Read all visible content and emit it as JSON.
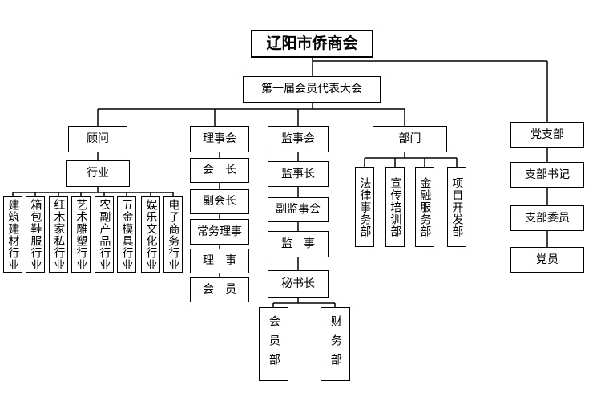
{
  "root": "辽阳市侨商会",
  "congress": "第一届会员代表大会",
  "guwen": {
    "label": "顾问",
    "sub": "行业",
    "industries": [
      "建筑建材行业",
      "箱包鞋服行业",
      "红木家私行业",
      "艺术雕塑行业",
      "农副产品行业",
      "五金模具行业",
      "娱乐文化行业",
      "电子商务行业"
    ]
  },
  "lishihui": {
    "label": "理事会",
    "items": [
      "会　长",
      "副会长",
      "常务理事",
      "理　事",
      "会　员"
    ]
  },
  "jianshihui": {
    "label": "监事会",
    "items": [
      "监事长",
      "副监事会",
      "监　事",
      "秘书长"
    ],
    "sub": [
      "会员部",
      "财务部"
    ]
  },
  "bumen": {
    "label": "部门",
    "items": [
      "法律事务部",
      "宣传培训部",
      "金融服务部",
      "项目开发部"
    ]
  },
  "dangzhibu": {
    "label": "党支部",
    "items": [
      "支部书记",
      "支部委员",
      "党员"
    ]
  }
}
